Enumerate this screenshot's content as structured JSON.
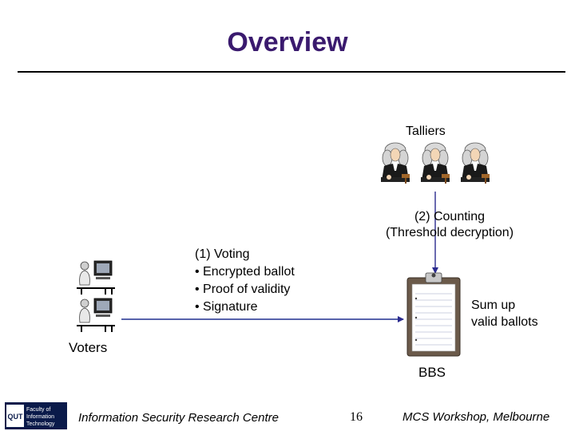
{
  "slide": {
    "title": "Overview",
    "page_number": "16"
  },
  "diagram": {
    "talliers_label": "Talliers",
    "counting_line1": "(2) Counting",
    "counting_line2": "(Threshold decryption)",
    "voting_lines": [
      "(1) Voting",
      "• Encrypted ballot",
      "• Proof of validity",
      "• Signature"
    ],
    "sumup_line1": "Sum up",
    "sumup_line2": "valid ballots",
    "voters_label": "Voters",
    "bbs_label": "BBS"
  },
  "footer": {
    "left_text": "Information Security Research Centre",
    "right_text": "MCS Workshop, Melbourne",
    "logo_mark": "QUT",
    "logo_text_lines": [
      "Faculty of",
      "Information",
      "Technology"
    ]
  },
  "colors": {
    "title": "#3a1a6e",
    "arrow": "#2b2b8f",
    "voting_arrow": "#1f2f8f"
  },
  "icons": [
    "judge-icon",
    "voter-computer-icon",
    "clipboard-icon",
    "qut-logo-icon"
  ]
}
